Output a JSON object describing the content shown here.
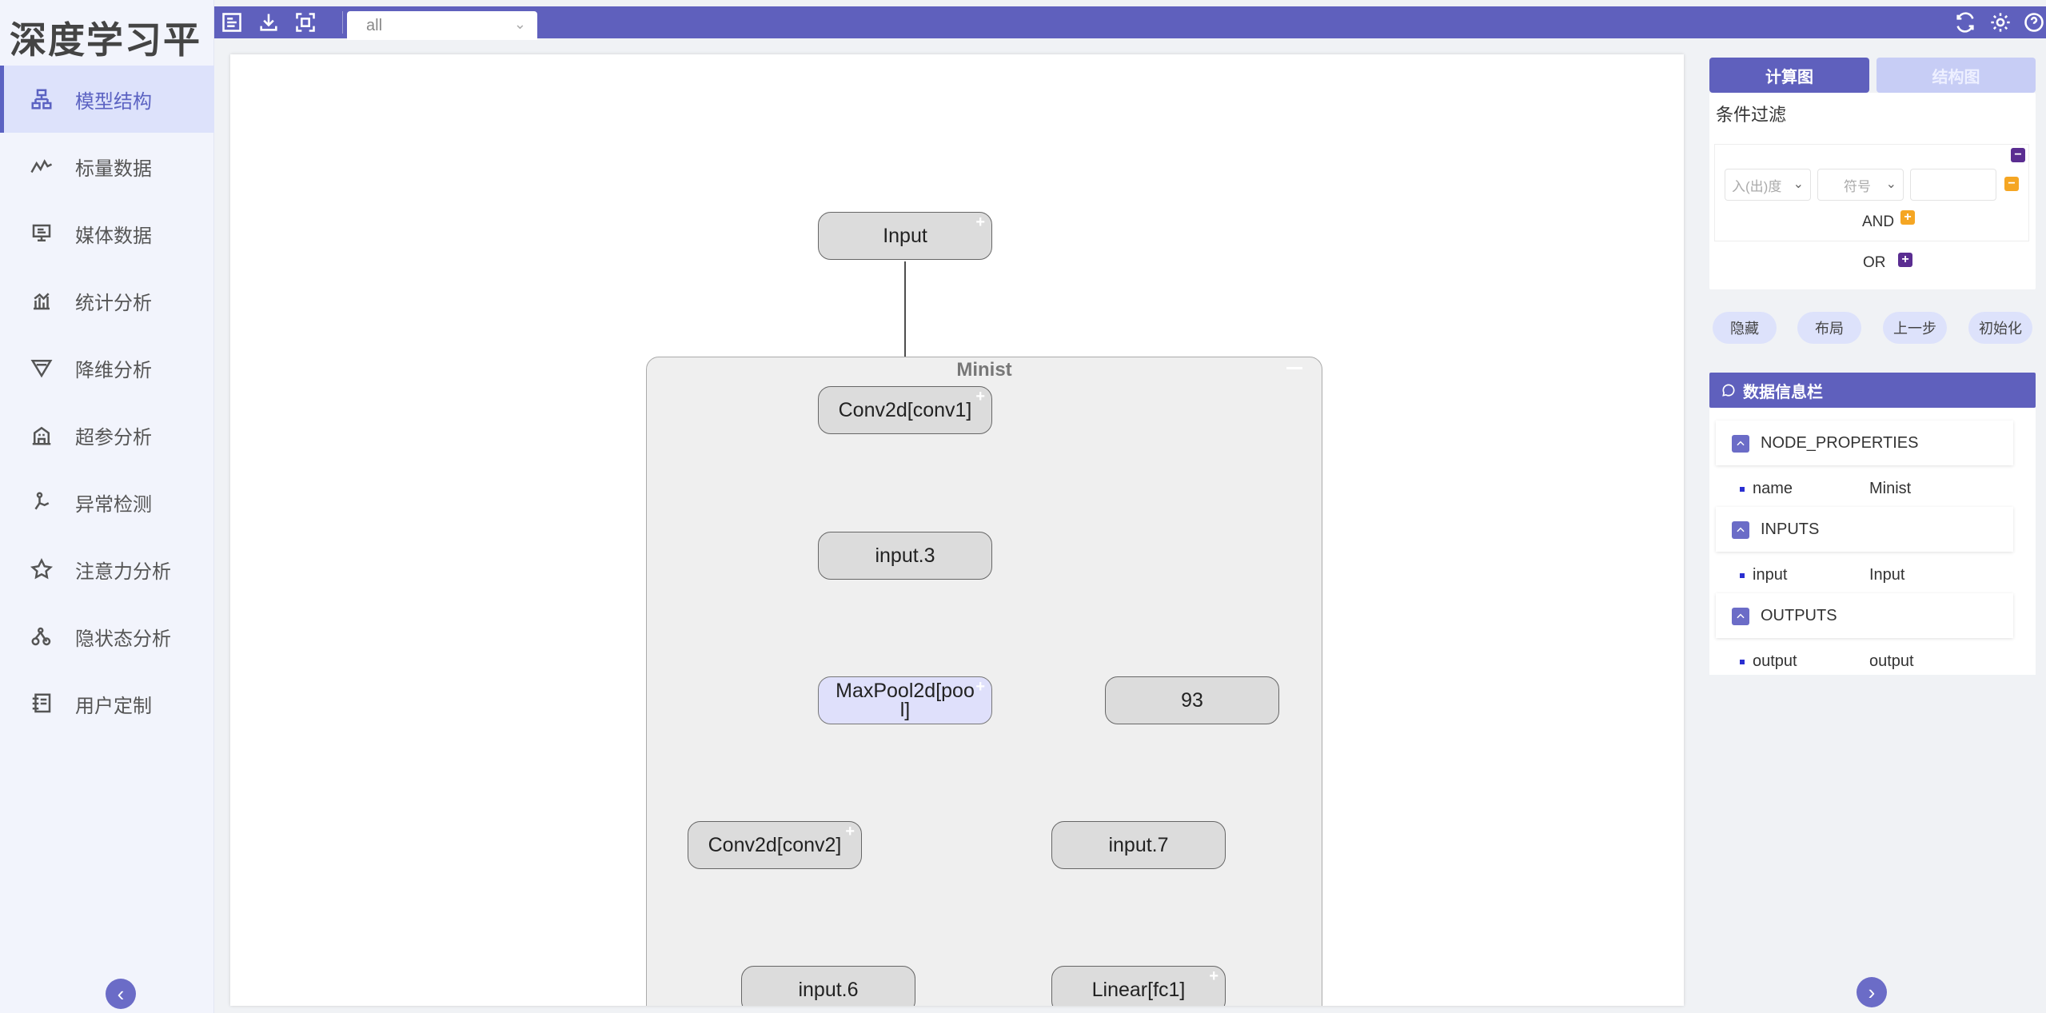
{
  "brand": "深度学习平台",
  "sidebar": {
    "items": [
      {
        "label": "模型结构",
        "icon": "model-structure-icon",
        "active": true
      },
      {
        "label": "标量数据",
        "icon": "line-chart-icon"
      },
      {
        "label": "媒体数据",
        "icon": "monitor-icon"
      },
      {
        "label": "统计分析",
        "icon": "bar-stat-icon"
      },
      {
        "label": "降维分析",
        "icon": "funnel-icon"
      },
      {
        "label": "超参分析",
        "icon": "building-icon"
      },
      {
        "label": "异常检测",
        "icon": "pulse-icon"
      },
      {
        "label": "注意力分析",
        "icon": "star-icon"
      },
      {
        "label": "隐状态分析",
        "icon": "hidden-state-icon"
      },
      {
        "label": "用户定制",
        "icon": "custom-icon"
      }
    ],
    "collapse_glyph": "‹"
  },
  "toolbar": {
    "filter_value": "all",
    "chevron": "⌄"
  },
  "graph": {
    "group_title": "Minist",
    "nodes": {
      "input": "Input",
      "conv1": "Conv2d[conv1]",
      "input3": "input.3",
      "pool": "MaxPool2d[poo\nl]",
      "n93": "93",
      "conv2": "Conv2d[conv2]",
      "input7": "input.7",
      "input6": "input.6",
      "fc1": "Linear[fc1]"
    },
    "plus": "+"
  },
  "right_panel": {
    "tab_compute": "计算图",
    "tab_structure": "结构图",
    "filter_title": "条件过滤",
    "degree_placeholder": "入(出)度",
    "symbol_placeholder": "符号",
    "and_label": "AND",
    "or_label": "OR",
    "minus": "−",
    "plus": "+",
    "actions": {
      "hide": "隐藏",
      "layout": "布局",
      "undo": "上一步",
      "init": "初始化"
    },
    "info_title": "数据信息栏",
    "sections": [
      {
        "title": "NODE_PROPERTIES",
        "key": "name",
        "value": "Minist"
      },
      {
        "title": "INPUTS",
        "key": "input",
        "value": "Input"
      },
      {
        "title": "OUTPUTS",
        "key": "output",
        "value": "output"
      }
    ],
    "next_glyph": "›"
  },
  "colors": {
    "primary": "#5f60bd",
    "active_bg": "#dde2fb",
    "warning": "#f5a623",
    "purple_dark": "#5a2d91"
  }
}
